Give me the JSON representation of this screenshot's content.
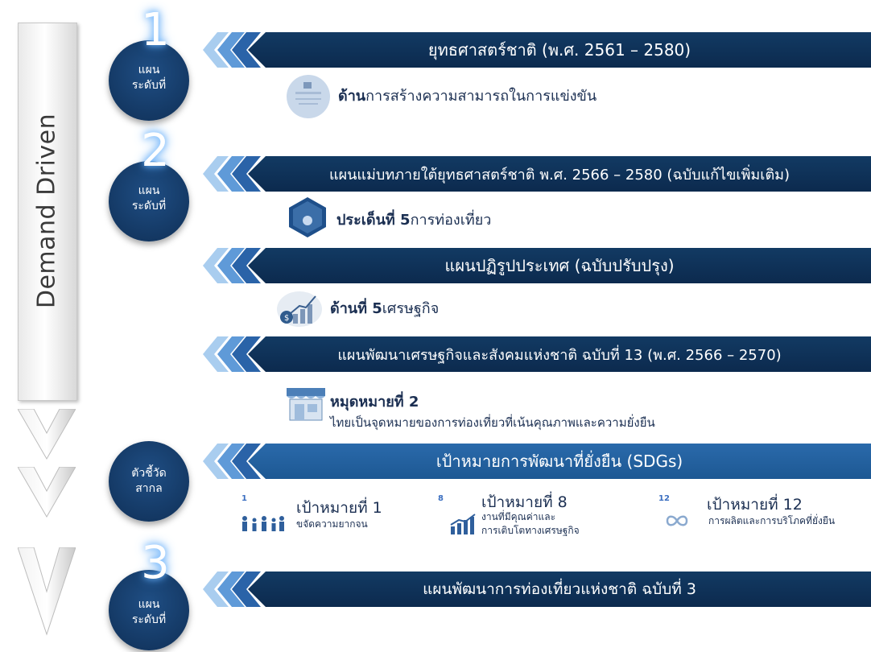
{
  "sidebar": {
    "label": "Demand Driven"
  },
  "level1": {
    "number": "1",
    "circle_text_line1": "แผน",
    "circle_text_line2": "ระดับที่",
    "banner": "ยุทธศาสตร์ชาติ (พ.ศ. 2561 – 2580)",
    "item_bold": "ด้าน",
    "item_text": "การสร้างความสามารถในการแข่งขัน"
  },
  "level2": {
    "number": "2",
    "circle_text_line1": "แผน",
    "circle_text_line2": "ระดับที่",
    "banner": "แผนแม่บทภายใต้ยุทธศาสตร์ชาติ พ.ศ. 2566 – 2580 (ฉบับแก้ไขเพิ่มเติม)",
    "item_bold": "ประเด็นที่ 5",
    "item_text": " การท่องเที่ยว"
  },
  "reform": {
    "banner": "แผนปฏิรูปประเทศ (ฉบับปรับปรุง)",
    "item_bold": "ด้านที่ 5",
    "item_text": " เศรษฐกิจ"
  },
  "nesdp": {
    "banner": "แผนพัฒนาเศรษฐกิจและสังคมแห่งชาติ ฉบับที่ 13 (พ.ศ. 2566 – 2570)",
    "item_bold": "หมุดหมายที่ 2",
    "item_sub": "ไทยเป็นจุดหมายของการท่องเที่ยวที่เน้นคุณภาพและความยั่งยืน"
  },
  "sdgs": {
    "circle_text_line1": "ตัวชี้วัด",
    "circle_text_line2": "สากล",
    "banner": "เป้าหมายการพัฒนาที่ยั่งยืน (SDGs)",
    "goals": [
      {
        "icon_num": "1",
        "title": "เป้าหมายที่ 1",
        "desc_line1": "ขจัดความยากจน",
        "desc_line2": ""
      },
      {
        "icon_num": "8",
        "title": "เป้าหมายที่ 8",
        "desc_line1": "งานที่มีคุณค่าและ",
        "desc_line2": "การเติบโตทางเศรษฐกิจ"
      },
      {
        "icon_num": "12",
        "title": "เป้าหมายที่ 12",
        "desc_line1": "การผลิตและการบริโภคที่ยั่งยืน",
        "desc_line2": ""
      }
    ]
  },
  "level3": {
    "number": "3",
    "circle_text_line1": "แผน",
    "circle_text_line2": "ระดับที่",
    "banner": "แผนพัฒนาการท่องเที่ยวแห่งชาติ ฉบับที่ 3"
  },
  "colors": {
    "banner_dark": "#0f2f56",
    "banner_blue": "#1f5c98",
    "chevron_light": "#9ec3ea",
    "chevron_dark": "#2c6db4"
  }
}
